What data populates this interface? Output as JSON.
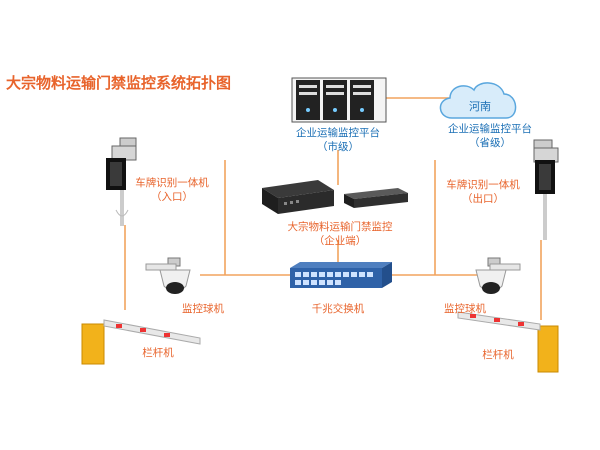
{
  "title": "大宗物料运输门禁监控系统拓扑图",
  "nodes": {
    "city_platform": {
      "line1": "企业运输监控平台",
      "line2": "（市级）"
    },
    "province_platform": {
      "cloud": "河南",
      "line1": "企业运输监控平台",
      "line2": "（省级）"
    },
    "lpr_in": {
      "line1": "车牌识别一体机",
      "line2": "（入口）"
    },
    "lpr_out": {
      "line1": "车牌识别一体机",
      "line2": "（出口）"
    },
    "local_monitor": {
      "line1": "大宗物料运输门禁监控",
      "line2": "（企业端）"
    },
    "camera_left": {
      "label": "监控球机"
    },
    "camera_right": {
      "label": "监控球机"
    },
    "switch": {
      "label": "千兆交换机"
    },
    "barrier_left": {
      "label": "栏杆机"
    },
    "barrier_right": {
      "label": "栏杆机"
    }
  },
  "colors": {
    "line": "#f2a35e",
    "title": "#e8642c",
    "blue": "#1b6fb5"
  }
}
